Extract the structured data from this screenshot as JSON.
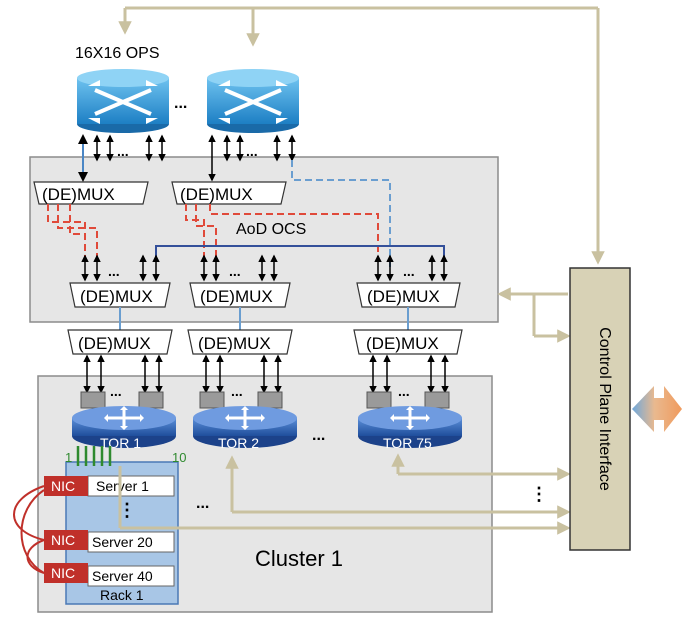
{
  "labels": {
    "ops_title": "16X16 OPS",
    "ellipsis": "...",
    "vdots": "⋮",
    "demux": "(DE)MUX",
    "aod_ocs": "AoD OCS",
    "control_plane": "Control Plane Interface",
    "cluster": "Cluster 1",
    "rack": "Rack 1",
    "nic": "NIC",
    "port_first": "1",
    "port_last": "10"
  },
  "tors": [
    "TOR 1",
    "TOR 2",
    "TOR 75"
  ],
  "servers": [
    "Server 1",
    "Server 20",
    "Server 40"
  ],
  "colors": {
    "panel_fill": "#e6e6e6",
    "panel_stroke": "#8c8c8c",
    "ops_blue": "#2b8fd0",
    "tor_blue": "#2b5fb3",
    "control_plane_fill": "#d8d2b6",
    "control_link": "#c9c1a0",
    "nic_red": "#c0302a",
    "rack_blue": "#a8c6e6",
    "dashed_red": "#e04a3a",
    "dashed_blue": "#6a9ed0",
    "port_green": "#2f8a2f",
    "ocs_link_blue": "#34509a",
    "arrow_orange": "#f0a86a",
    "arrow_blue": "#6ea8dc"
  },
  "icons": [
    "optical-packet-switch-icon",
    "tor-router-icon",
    "bidirectional-arrow-icon"
  ]
}
